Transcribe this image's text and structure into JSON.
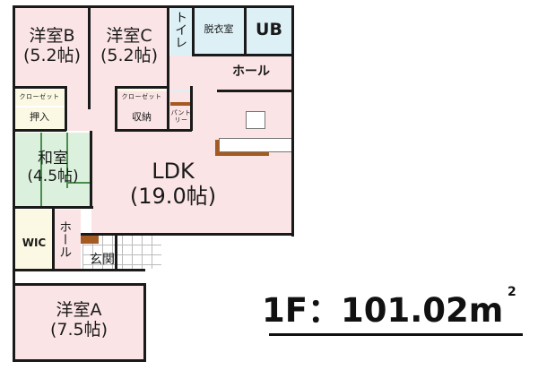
{
  "floor": "1F",
  "total_area": {
    "label": "1F：101.02m",
    "superscript": "2"
  },
  "rooms": {
    "western_b": {
      "name": "洋室B",
      "size": "(5.2帖)"
    },
    "western_c": {
      "name": "洋室C",
      "size": "(5.2帖)"
    },
    "closet_b": {
      "name": "クローゼット"
    },
    "closet_c": {
      "name": "クローゼット"
    },
    "oshiire": {
      "name": "押入"
    },
    "storage": {
      "name": "収納"
    },
    "toilet": {
      "name": "トイレ"
    },
    "dressing": {
      "name": "脱衣室"
    },
    "bath": {
      "name": "UB"
    },
    "hall_upper": {
      "name": "ホール"
    },
    "pantry": {
      "name": "パントリー"
    },
    "japanese": {
      "name": "和室",
      "size": "(4.5帖)"
    },
    "ldk": {
      "name": "LDK",
      "size": "(19.0帖)"
    },
    "wic": {
      "name": "WIC"
    },
    "hall_lower": {
      "name": "ホール"
    },
    "entrance": {
      "name": "玄関"
    },
    "western_a": {
      "name": "洋室A",
      "size": "(7.5帖)"
    }
  },
  "colors": {
    "living": "#fbe4e6",
    "storage": "#fbf8e3",
    "tatami": "#dcf1dd",
    "wet_area": "#dcf0f6",
    "wall": "#1a1a1a",
    "counter": "#a55a22"
  }
}
